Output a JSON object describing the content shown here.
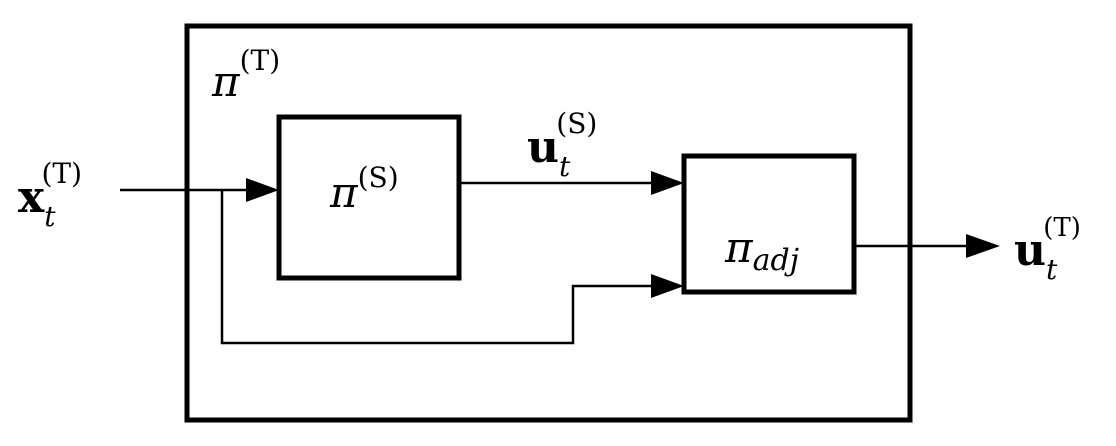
{
  "diagram": {
    "outer_block": {
      "symbol": "π",
      "superscript": "(T)"
    },
    "student_block": {
      "symbol": "π",
      "superscript": "(S)"
    },
    "adjust_block": {
      "symbol": "π",
      "subscript": "adj"
    },
    "input_signal": {
      "symbol": "x",
      "subscript": "t",
      "superscript": "(T)"
    },
    "student_output": {
      "symbol": "u",
      "subscript": "t",
      "superscript": "(S)"
    },
    "output_signal": {
      "symbol": "u",
      "subscript": "t",
      "superscript": "(T)"
    }
  },
  "colors": {
    "stroke": "#000000",
    "background": "#ffffff"
  }
}
